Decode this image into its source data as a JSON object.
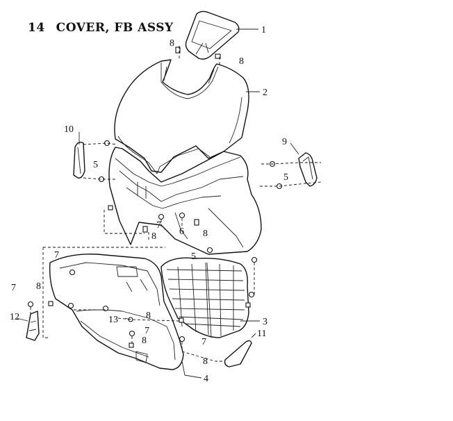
{
  "title": {
    "number": "14",
    "text": "COVER, FB ASSY"
  },
  "callouts": {
    "c1": "1",
    "c2": "2",
    "c3": "3",
    "c4": "4",
    "c5a": "5",
    "c5b": "5",
    "c5c": "5",
    "c6": "6",
    "c7a": "7",
    "c7b": "7",
    "c7c": "7",
    "c7d": "7",
    "c7e": "7",
    "c8a": "8",
    "c8b": "8",
    "c8c": "8",
    "c8d": "8",
    "c8e": "8",
    "c8f": "8",
    "c8g": "8",
    "c8h": "8",
    "c9": "9",
    "c10": "10",
    "c11": "11",
    "c12": "12",
    "c13": "13"
  }
}
